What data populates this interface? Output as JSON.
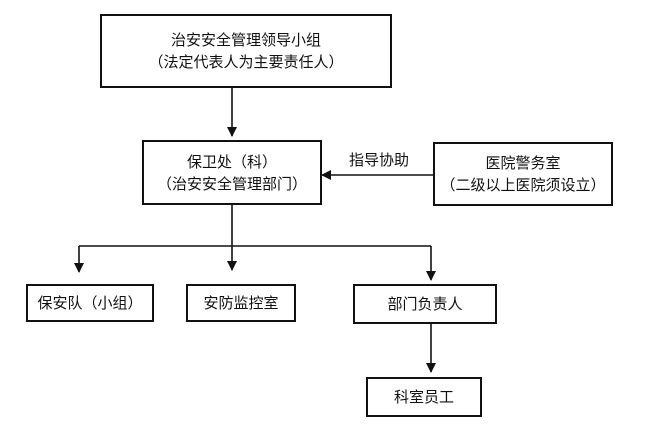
{
  "nodes": {
    "leadership": {
      "line1": "治安安全管理领导小组",
      "line2": "（法定代表人为主要责任人）"
    },
    "security_dept": {
      "line1": "保卫处（科）",
      "line2": "（治安安全管理部门）"
    },
    "police_room": {
      "line1": "医院警务室",
      "line2": "（二级以上医院须设立）"
    },
    "security_team": {
      "label": "保安队（小组）"
    },
    "monitor_room": {
      "label": "安防监控室"
    },
    "dept_head": {
      "label": "部门负责人"
    },
    "staff": {
      "label": "科室员工"
    }
  },
  "edges": {
    "guidance_label": "指导协助"
  }
}
